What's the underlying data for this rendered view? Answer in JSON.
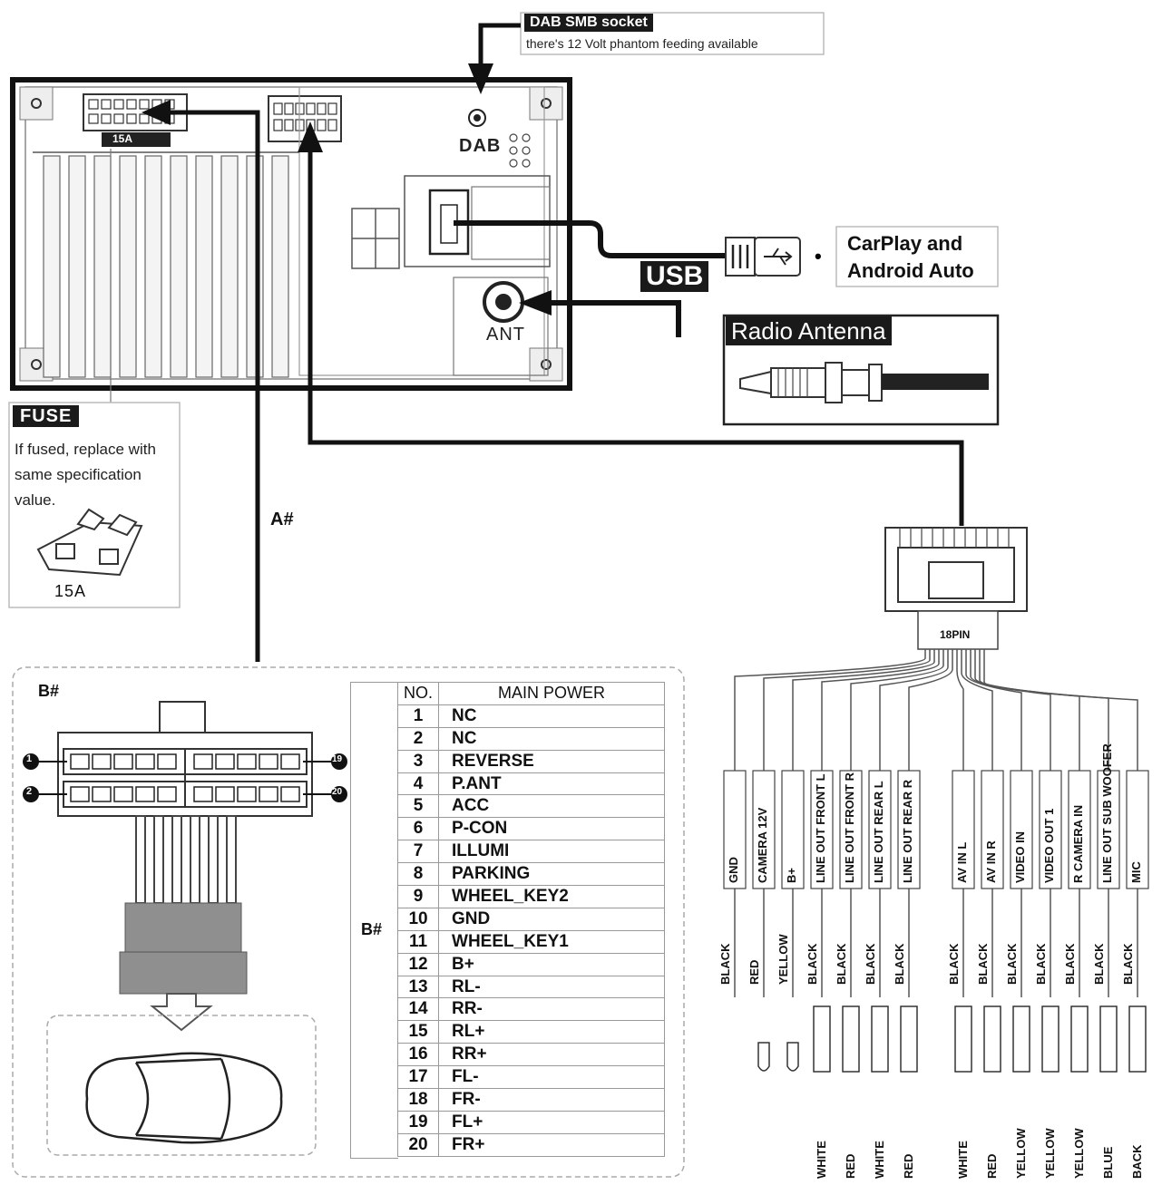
{
  "dab": {
    "title": "DAB SMB socket",
    "subtitle": "there's 12 Volt phantom feeding available",
    "port_label": "DAB"
  },
  "unit": {
    "fuse_rating": "15A",
    "ant_label": "ANT"
  },
  "usb": {
    "label": "USB"
  },
  "carplay": {
    "line1": "CarPlay and",
    "line2": "Android Auto"
  },
  "radio_antenna": {
    "label": "Radio Antenna"
  },
  "fuse": {
    "tag": "FUSE",
    "text": "If fused, replace with same specification value.",
    "value": "15A"
  },
  "harness": {
    "a_label": "A#",
    "b_label": "B#",
    "pin_first": "1",
    "pin_19": "19",
    "pin_second": "2",
    "pin_20": "20"
  },
  "pin_table": {
    "header_no": "NO.",
    "header_name": "MAIN POWER",
    "group_label": "B#",
    "rows": [
      {
        "no": "1",
        "name": "NC"
      },
      {
        "no": "2",
        "name": "NC"
      },
      {
        "no": "3",
        "name": "REVERSE"
      },
      {
        "no": "4",
        "name": "P.ANT"
      },
      {
        "no": "5",
        "name": "ACC"
      },
      {
        "no": "6",
        "name": "P-CON"
      },
      {
        "no": "7",
        "name": "ILLUMI"
      },
      {
        "no": "8",
        "name": "PARKING"
      },
      {
        "no": "9",
        "name": "WHEEL_KEY2"
      },
      {
        "no": "10",
        "name": "GND"
      },
      {
        "no": "11",
        "name": "WHEEL_KEY1"
      },
      {
        "no": "12",
        "name": "B+"
      },
      {
        "no": "13",
        "name": "RL-"
      },
      {
        "no": "14",
        "name": "RR-"
      },
      {
        "no": "15",
        "name": "RL+"
      },
      {
        "no": "16",
        "name": "RR+"
      },
      {
        "no": "17",
        "name": "FL-"
      },
      {
        "no": "18",
        "name": "FR-"
      },
      {
        "no": "19",
        "name": "FL+"
      },
      {
        "no": "20",
        "name": "FR+"
      }
    ]
  },
  "connector18": {
    "label": "18PIN"
  },
  "wires": [
    {
      "tab": "GND",
      "sheath": "BLACK",
      "color": ""
    },
    {
      "tab": "CAMERA 12V",
      "sheath": "RED",
      "color": ""
    },
    {
      "tab": "B+",
      "sheath": "YELLOW",
      "color": ""
    },
    {
      "tab": "LINE OUT FRONT L",
      "sheath": "BLACK",
      "color": "WHITE"
    },
    {
      "tab": "LINE OUT FRONT R",
      "sheath": "BLACK",
      "color": "RED"
    },
    {
      "tab": "LINE OUT REAR L",
      "sheath": "BLACK",
      "color": "WHITE"
    },
    {
      "tab": "LINE OUT REAR R",
      "sheath": "BLACK",
      "color": "RED"
    },
    {
      "tab": "AV IN L",
      "sheath": "BLACK",
      "color": "WHITE"
    },
    {
      "tab": "AV IN R",
      "sheath": "BLACK",
      "color": "RED"
    },
    {
      "tab": "VIDEO IN",
      "sheath": "BLACK",
      "color": "YELLOW"
    },
    {
      "tab": "VIDEO OUT 1",
      "sheath": "BLACK",
      "color": "YELLOW"
    },
    {
      "tab": "R CAMERA IN",
      "sheath": "BLACK",
      "color": "YELLOW"
    },
    {
      "tab": "LINE OUT SUB WOOFER",
      "sheath": "BLACK",
      "color": "BLUE"
    },
    {
      "tab": "MIC",
      "sheath": "BLACK",
      "color": "BACK"
    }
  ]
}
